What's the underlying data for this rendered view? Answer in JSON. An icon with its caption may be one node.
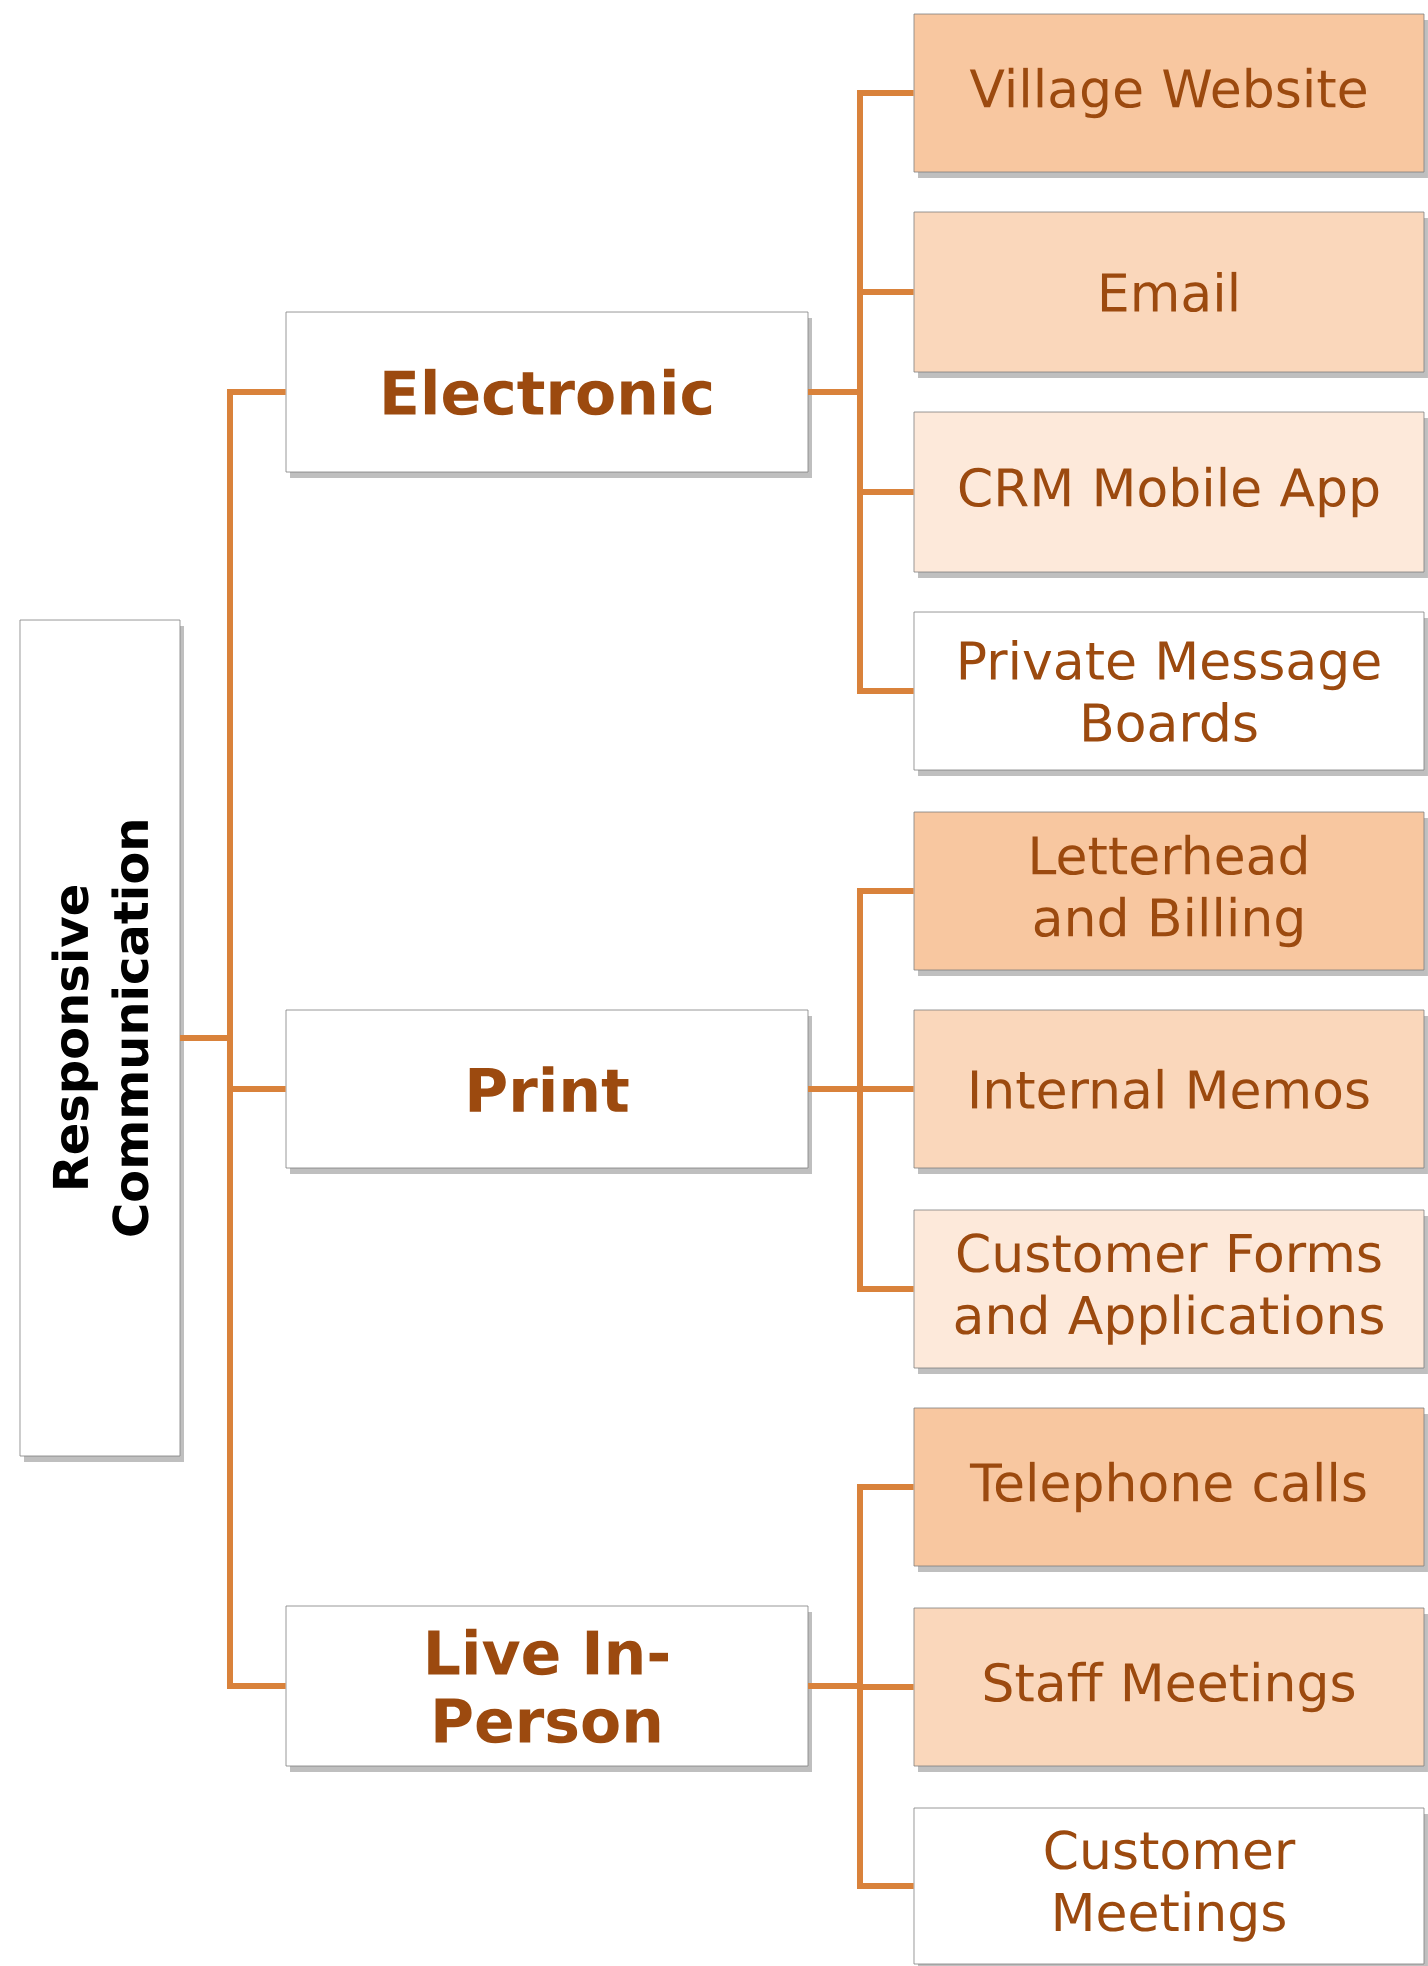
{
  "diagram": {
    "nodes": [
      {
        "text": [
          "Responsive Communication"
        ]
      },
      {
        "text": [
          "Electronic"
        ]
      },
      {
        "text": [
          "Village Website"
        ]
      },
      {
        "text": [
          "Email"
        ]
      },
      {
        "text": [
          "CRM Mobile App"
        ]
      },
      {
        "text": [
          "Private Message Boards"
        ]
      },
      {
        "text": [
          "Print"
        ]
      },
      {
        "text": [
          "Letterhead and Billing"
        ]
      },
      {
        "text": [
          "Internal Memos"
        ]
      },
      {
        "text": [
          "Customer Forms and Applications"
        ]
      },
      {
        "text": [
          "Live In-Person"
        ]
      },
      {
        "text": [
          "Telephone calls"
        ]
      },
      {
        "text": [
          "Staff Meetings"
        ]
      },
      {
        "text": [
          "Customer Meetings"
        ]
      }
    ],
    "edges": [
      {
        "from": 0,
        "to": 1,
        "arrow": "none"
      },
      {
        "from": 0,
        "to": 6,
        "arrow": "none"
      },
      {
        "from": 0,
        "to": 10,
        "arrow": "none"
      },
      {
        "from": 1,
        "to": 2,
        "arrow": "none"
      },
      {
        "from": 1,
        "to": 3,
        "arrow": "none"
      },
      {
        "from": 1,
        "to": 4,
        "arrow": "none"
      },
      {
        "from": 1,
        "to": 5,
        "arrow": "none"
      },
      {
        "from": 6,
        "to": 7,
        "arrow": "none"
      },
      {
        "from": 6,
        "to": 8,
        "arrow": "none"
      },
      {
        "from": 6,
        "to": 9,
        "arrow": "none"
      },
      {
        "from": 10,
        "to": 11,
        "arrow": "none"
      },
      {
        "from": 10,
        "to": 12,
        "arrow": "none"
      },
      {
        "from": 10,
        "to": 13,
        "arrow": "none"
      }
    ]
  }
}
